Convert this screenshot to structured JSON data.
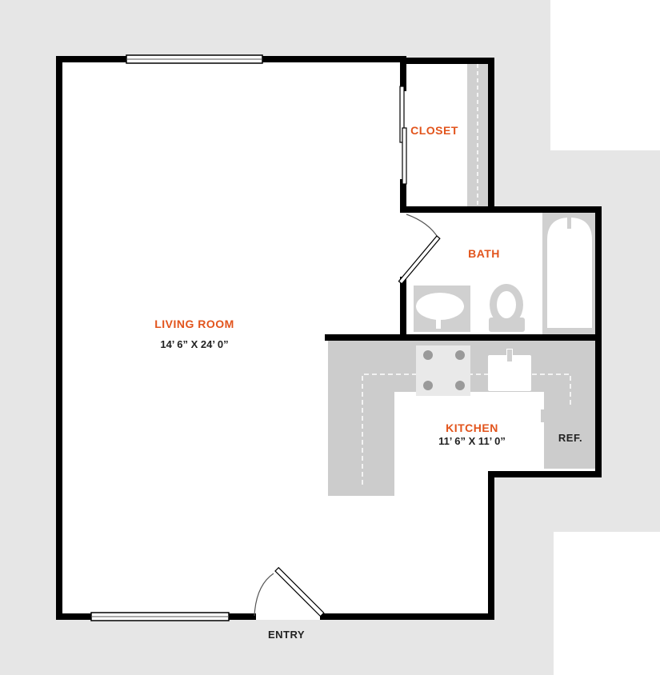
{
  "colors": {
    "background_shade": "#e6e6e6",
    "wall": "#000000",
    "floor": "#ffffff",
    "fixture": "#cccccc",
    "room_label": "#e2541c",
    "dimension_text": "#222222"
  },
  "rooms": {
    "living_room": {
      "name": "LIVING ROOM",
      "dimensions": "14’ 6” X 24’ 0”"
    },
    "closet": {
      "name": "CLOSET"
    },
    "bath": {
      "name": "BATH"
    },
    "kitchen": {
      "name": "KITCHEN",
      "dimensions": "11’ 6” X 11’ 0”"
    }
  },
  "fixtures": {
    "refrigerator": "REF."
  },
  "labels": {
    "entry": "ENTRY"
  }
}
